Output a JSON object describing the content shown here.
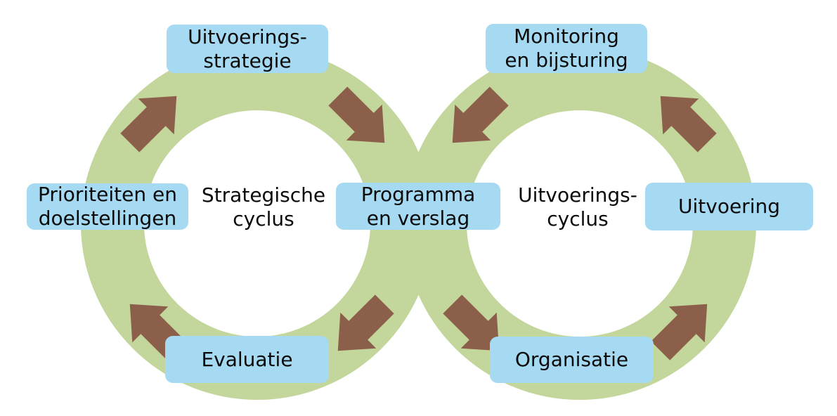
{
  "cycles": {
    "left_title": "Strategische\ncyclus",
    "right_title": "Uitvoerings-\ncyclus"
  },
  "nodes": {
    "uitvoerings_strategie": "Uitvoerings-\nstrategie",
    "monitoring": "Monitoring\nen bijsturing",
    "prioriteiten": "Prioriteiten en\ndoelstellingen",
    "programma": "Programma\nen verslag",
    "uitvoering": "Uitvoering",
    "evaluatie": "Evaluatie",
    "organisatie": "Organisatie"
  },
  "flow": {
    "left_cycle_direction": "clockwise",
    "right_cycle_direction": "counterclockwise",
    "left_cycle_sequence": [
      "Prioriteiten en doelstellingen",
      "Uitvoerings-strategie",
      "Programma en verslag",
      "Evaluatie"
    ],
    "right_cycle_sequence": [
      "Programma en verslag",
      "Organisatie",
      "Uitvoering",
      "Monitoring en bijsturing"
    ]
  },
  "colors": {
    "ring": "#c3d69b",
    "node_fill": "#a5daf2",
    "arrow": "#8c5f4b",
    "text": "#0a0a0a",
    "background": "#ffffff"
  }
}
